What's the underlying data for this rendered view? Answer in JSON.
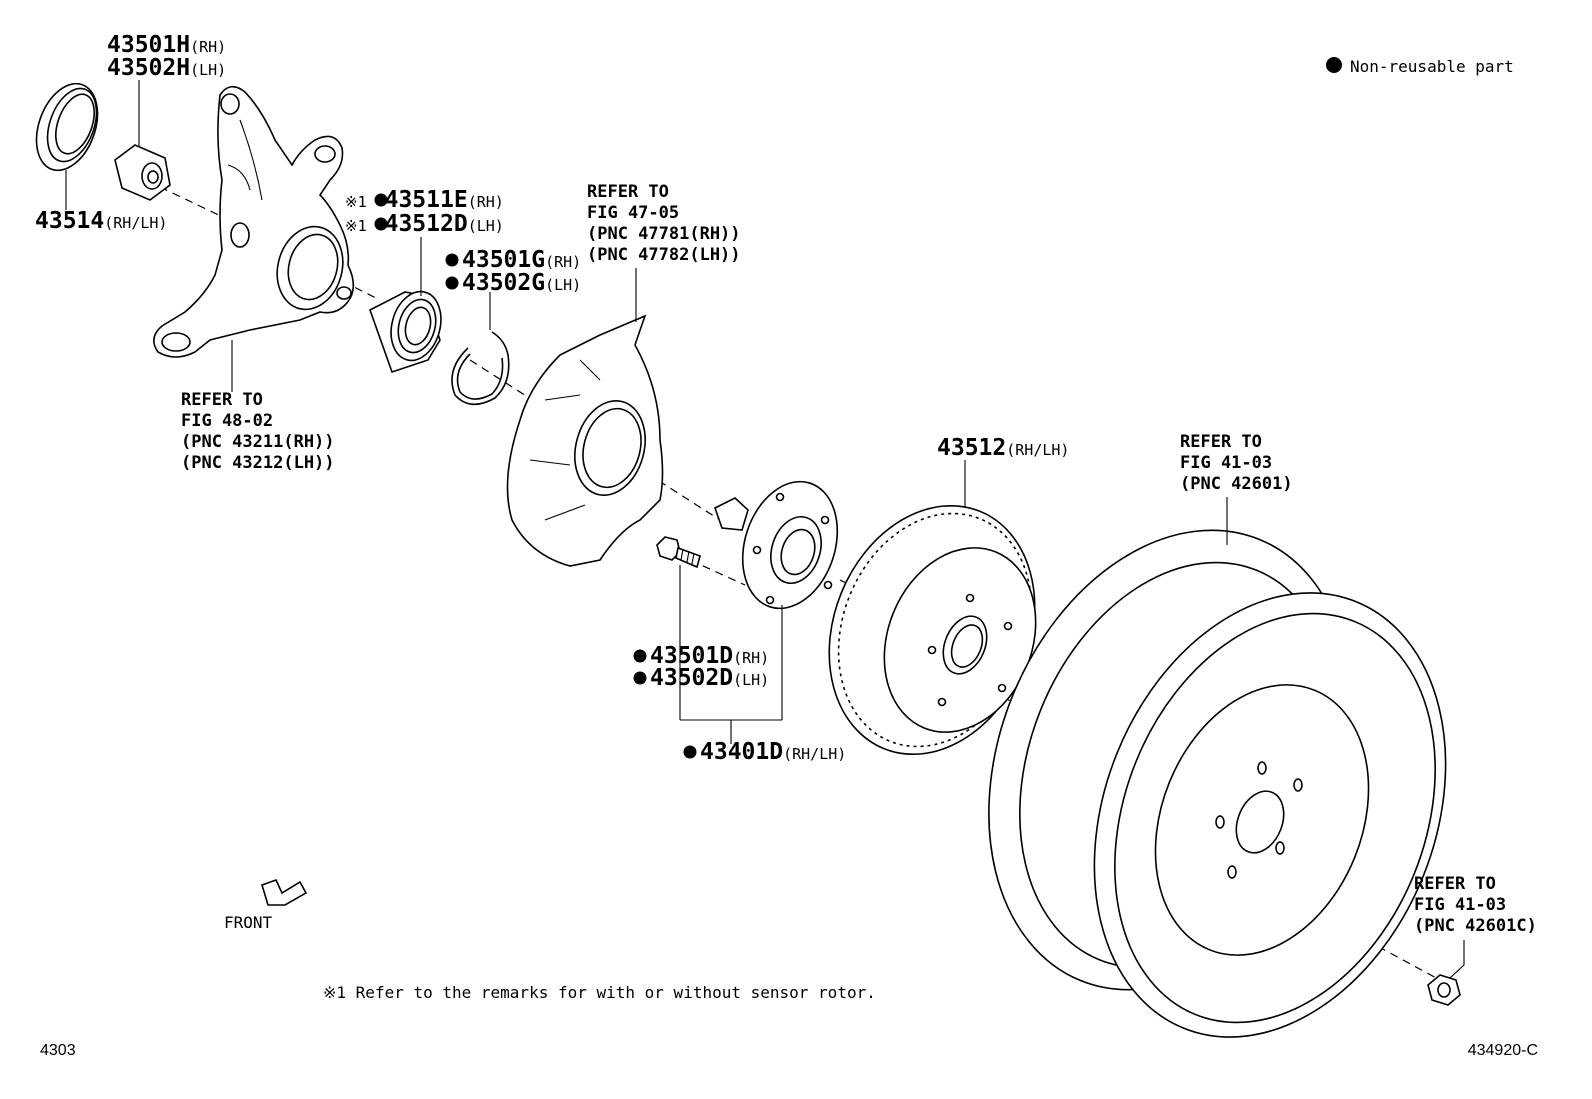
{
  "diagram": {
    "legend": {
      "text": "Non-reusable part"
    },
    "labels": {
      "p43501H": {
        "num": "43501H",
        "side": "(RH)"
      },
      "p43502H": {
        "num": "43502H",
        "side": "(LH)"
      },
      "p43514": {
        "num": "43514",
        "side": "(RH/LH)"
      },
      "p43511E": {
        "prefix": "※1",
        "num": "43511E",
        "side": "(RH)"
      },
      "p43512D": {
        "prefix": "※1",
        "num": "43512D",
        "side": "(LH)"
      },
      "p43501G": {
        "num": "43501G",
        "side": "(RH)"
      },
      "p43502G": {
        "num": "43502G",
        "side": "(LH)"
      },
      "p43512": {
        "num": "43512",
        "side": "(RH/LH)"
      },
      "p43501D": {
        "num": "43501D",
        "side": "(RH)"
      },
      "p43502D": {
        "num": "43502D",
        "side": "(LH)"
      },
      "p43401D": {
        "num": "43401D",
        "side": "(RH/LH)"
      }
    },
    "refs": {
      "knuckle": [
        "REFER TO",
        "FIG 48-02",
        "(PNC 43211(RH))",
        "(PNC 43212(LH))"
      ],
      "shield": [
        "REFER TO",
        "FIG 47-05",
        "(PNC 47781(RH))",
        "(PNC 47782(LH))"
      ],
      "wheel": [
        "REFER TO",
        "FIG 41-03",
        "(PNC 42601)"
      ],
      "nut": [
        "REFER TO",
        "FIG 41-03",
        "(PNC 42601C)"
      ]
    },
    "front_label": "FRONT",
    "footnote": "※1 Refer to the remarks for with or without sensor rotor.",
    "figure_code": "4303",
    "illustration_code": "434920-C"
  }
}
